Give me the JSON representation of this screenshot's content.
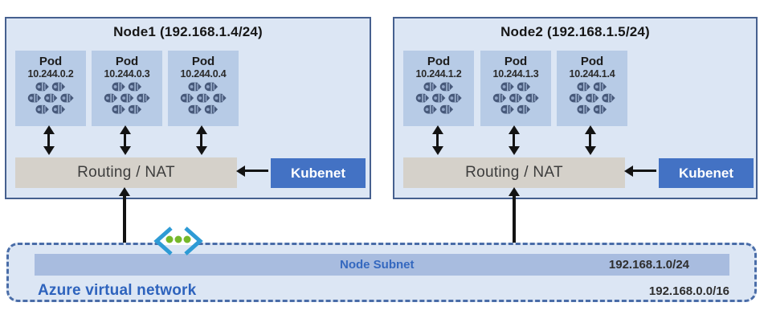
{
  "nodes": [
    {
      "title": "Node1 (192.168.1.4/24)",
      "pods": [
        {
          "label": "Pod",
          "ip": "10.244.0.2"
        },
        {
          "label": "Pod",
          "ip": "10.244.0.3"
        },
        {
          "label": "Pod",
          "ip": "10.244.0.4"
        }
      ],
      "routing_label": "Routing / NAT",
      "kubenet_label": "Kubenet"
    },
    {
      "title": "Node2 (192.168.1.5/24)",
      "pods": [
        {
          "label": "Pod",
          "ip": "10.244.1.2"
        },
        {
          "label": "Pod",
          "ip": "10.244.1.3"
        },
        {
          "label": "Pod",
          "ip": "10.244.1.4"
        }
      ],
      "routing_label": "Routing / NAT",
      "kubenet_label": "Kubenet"
    }
  ],
  "vnet": {
    "label": "Azure virtual network",
    "subnet_label": "Node Subnet",
    "subnet_cidr": "192.168.1.0/24",
    "vnet_cidr": "192.168.0.0/16"
  },
  "icons": {
    "pod_icon": "containers-cluster-icon",
    "vnet_icon": "virtual-network-chevrons-dots-icon"
  },
  "colors": {
    "node_fill": "#dce6f4",
    "node_border": "#46608f",
    "pod_fill": "#b7cbe6",
    "pod_icon_dark": "#47597a",
    "routing_fill": "#d5d1ca",
    "kubenet_fill": "#4372c4",
    "subnet_bar_fill": "#a8bcdf",
    "vnet_fill": "#dce6f4",
    "vnet_dash_border": "#4a6da8",
    "label_blue": "#2e63bd",
    "arrow_black": "#131313",
    "vnet_icon_bracket": "#2e9bd5",
    "vnet_icon_dot": "#76b82a"
  }
}
